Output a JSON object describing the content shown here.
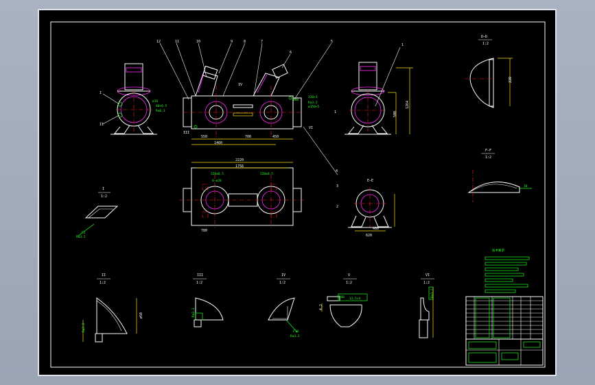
{
  "colors": {
    "background": "#000000",
    "outline": "#ffffff",
    "hidden": "#ff2bff",
    "dimension": "#ffe11a",
    "annotation": "#22ff22",
    "centerline": "#ff2222",
    "section": "#22d7ff"
  },
  "leaders": {
    "top_left": [
      "12",
      "11",
      "10",
      "9",
      "8",
      "7",
      "6",
      "5"
    ],
    "right_view": "1"
  },
  "section_views": {
    "dd": {
      "title": "D—D",
      "scale": "1:2",
      "dim": "220"
    },
    "ee": {
      "title": "E—E"
    },
    "ff": {
      "title": "F—F",
      "scale": "1:2"
    },
    "i": {
      "title": "I",
      "scale": "1:2"
    },
    "ii": {
      "title": "II",
      "scale": "1:2"
    },
    "iii": {
      "title": "III",
      "scale": "1:2"
    },
    "iv": {
      "title": "IV",
      "scale": "1:2"
    },
    "v": {
      "title": "V",
      "scale": "1:2"
    },
    "vi": {
      "title": "VI",
      "scale": "1:2"
    }
  },
  "dimensions": {
    "plan_width": "2220",
    "plan_inner": "1756",
    "right_height": "1264",
    "right_small": "500"
  },
  "notes": {
    "title": "技术要求"
  }
}
